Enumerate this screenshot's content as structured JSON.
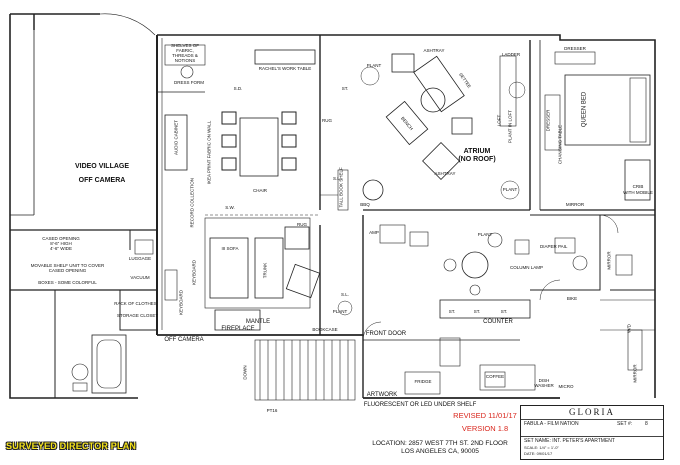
{
  "plan": {
    "left_area": {
      "video_village": "VIDEO VILLAGE",
      "off_camera": "OFF CAMERA",
      "cased_opening": "CASED OPENING",
      "cased_opening_dims": "8'-6\" HIGH",
      "cased_opening_dims2": "4'-6\" WIDE",
      "movable_shelf": "MOVABLE SHELF UNIT TO COVER CASED OPENING",
      "boxes": "BOXES - SOME COLORFUL",
      "luggage": "LUGGAGE",
      "vacuum": "VACUUM",
      "rack_of_clothes": "RACK OF CLOTHES",
      "storage_closet": "STORAGE CLOSET",
      "off_camera_2": "OFF CAMERA",
      "sw": "S.W."
    },
    "workroom": {
      "shelves": "SHELVES OF FABRIC, THREADS & NOTIONS",
      "dress_form": "DRESS FORM",
      "rachel_table": "RACHEL'S WORK TABLE",
      "sd": "S.D.",
      "audio_cabinet": "AUDIO CABINET",
      "ikea_print": "IKEA PRINT FABRIC ON WALL",
      "record_collection": "RECORD COLLECTION",
      "chair": "CHAIR"
    },
    "living": {
      "sofa": "III SOFA",
      "trunk": "TRUNK",
      "keyboard": "KEYBOARD",
      "keyboard2": "KEYBOARD",
      "mantle": "MANTLE",
      "fireplace": "FIREPLACE",
      "bookcase": "BOOKCASE",
      "plant": "PLANT",
      "tall_book_shelf": "TALL BOOK SHELF",
      "sl": "S.L.",
      "bbq": "BBQ",
      "rug": "RUG",
      "rug2": "RUG",
      "st": "ST."
    },
    "atrium": {
      "ashtray": "ASHTRAY",
      "ashtray2": "ASHTRAY",
      "settee": "SETTEE",
      "bench": "BENCH",
      "atrium": "ATRIUM",
      "no_roof": "(NO ROOF)",
      "plant": "PLANT",
      "plant2": "PLANT",
      "ladder": "LADDER",
      "loft": "LOFT",
      "plant_in_loft": "PLANT IN LOFT"
    },
    "bedroom": {
      "dresser": "DRESSER",
      "dresser2": "DRESSER",
      "changing_table": "CHANGING TABLE",
      "queen_bed": "QUEEN BED",
      "crib": "CRIB",
      "with_mobile": "WITH MOBILE",
      "mirror": "MIRROR",
      "diaper_pail": "DIAPER PAIL",
      "column_lamp": "COLUMN LAMP",
      "mirror2": "MIRROR",
      "bike": "BIKE",
      "wd": "W/D",
      "mirror3": "MIRROR"
    },
    "kitchen": {
      "amp": "AMP",
      "plant": "PLANT",
      "counter": "COUNTER",
      "sl": "S.L.",
      "st": "ST.",
      "st2": "ST.",
      "st3": "ST.",
      "front_door": "FRONT DOOR",
      "down": "DOWN",
      "fridge": "FRIDGE",
      "coffee": "COFFEE",
      "dish_washer": "DISH WASHER",
      "micro": "MICRO",
      "artwork": "ARTWORK",
      "fluorescent": "FLUORESCENT OR LED UNDER SHELF",
      "pt": "PT16"
    },
    "revision": "REVISED 11/01/17",
    "version": "VERSION 1.8",
    "location_line1": "LOCATION: 2857 WEST 7TH ST. 2ND FLOOR",
    "location_line2": "LOS ANGELES CA, 90005"
  },
  "title_block": {
    "title": "GLORIA",
    "production": "FABULA - FILM NATION",
    "set_label": "SET #:",
    "set_number": "8",
    "set_name": "SET NAME: INT. PETER'S APARTMENT",
    "scale": "SCALE: 1/4\" = 1'-0\"",
    "date": "DATE: 09/01/17"
  },
  "banner": "SURVEYED DIRECTOR PLAN"
}
